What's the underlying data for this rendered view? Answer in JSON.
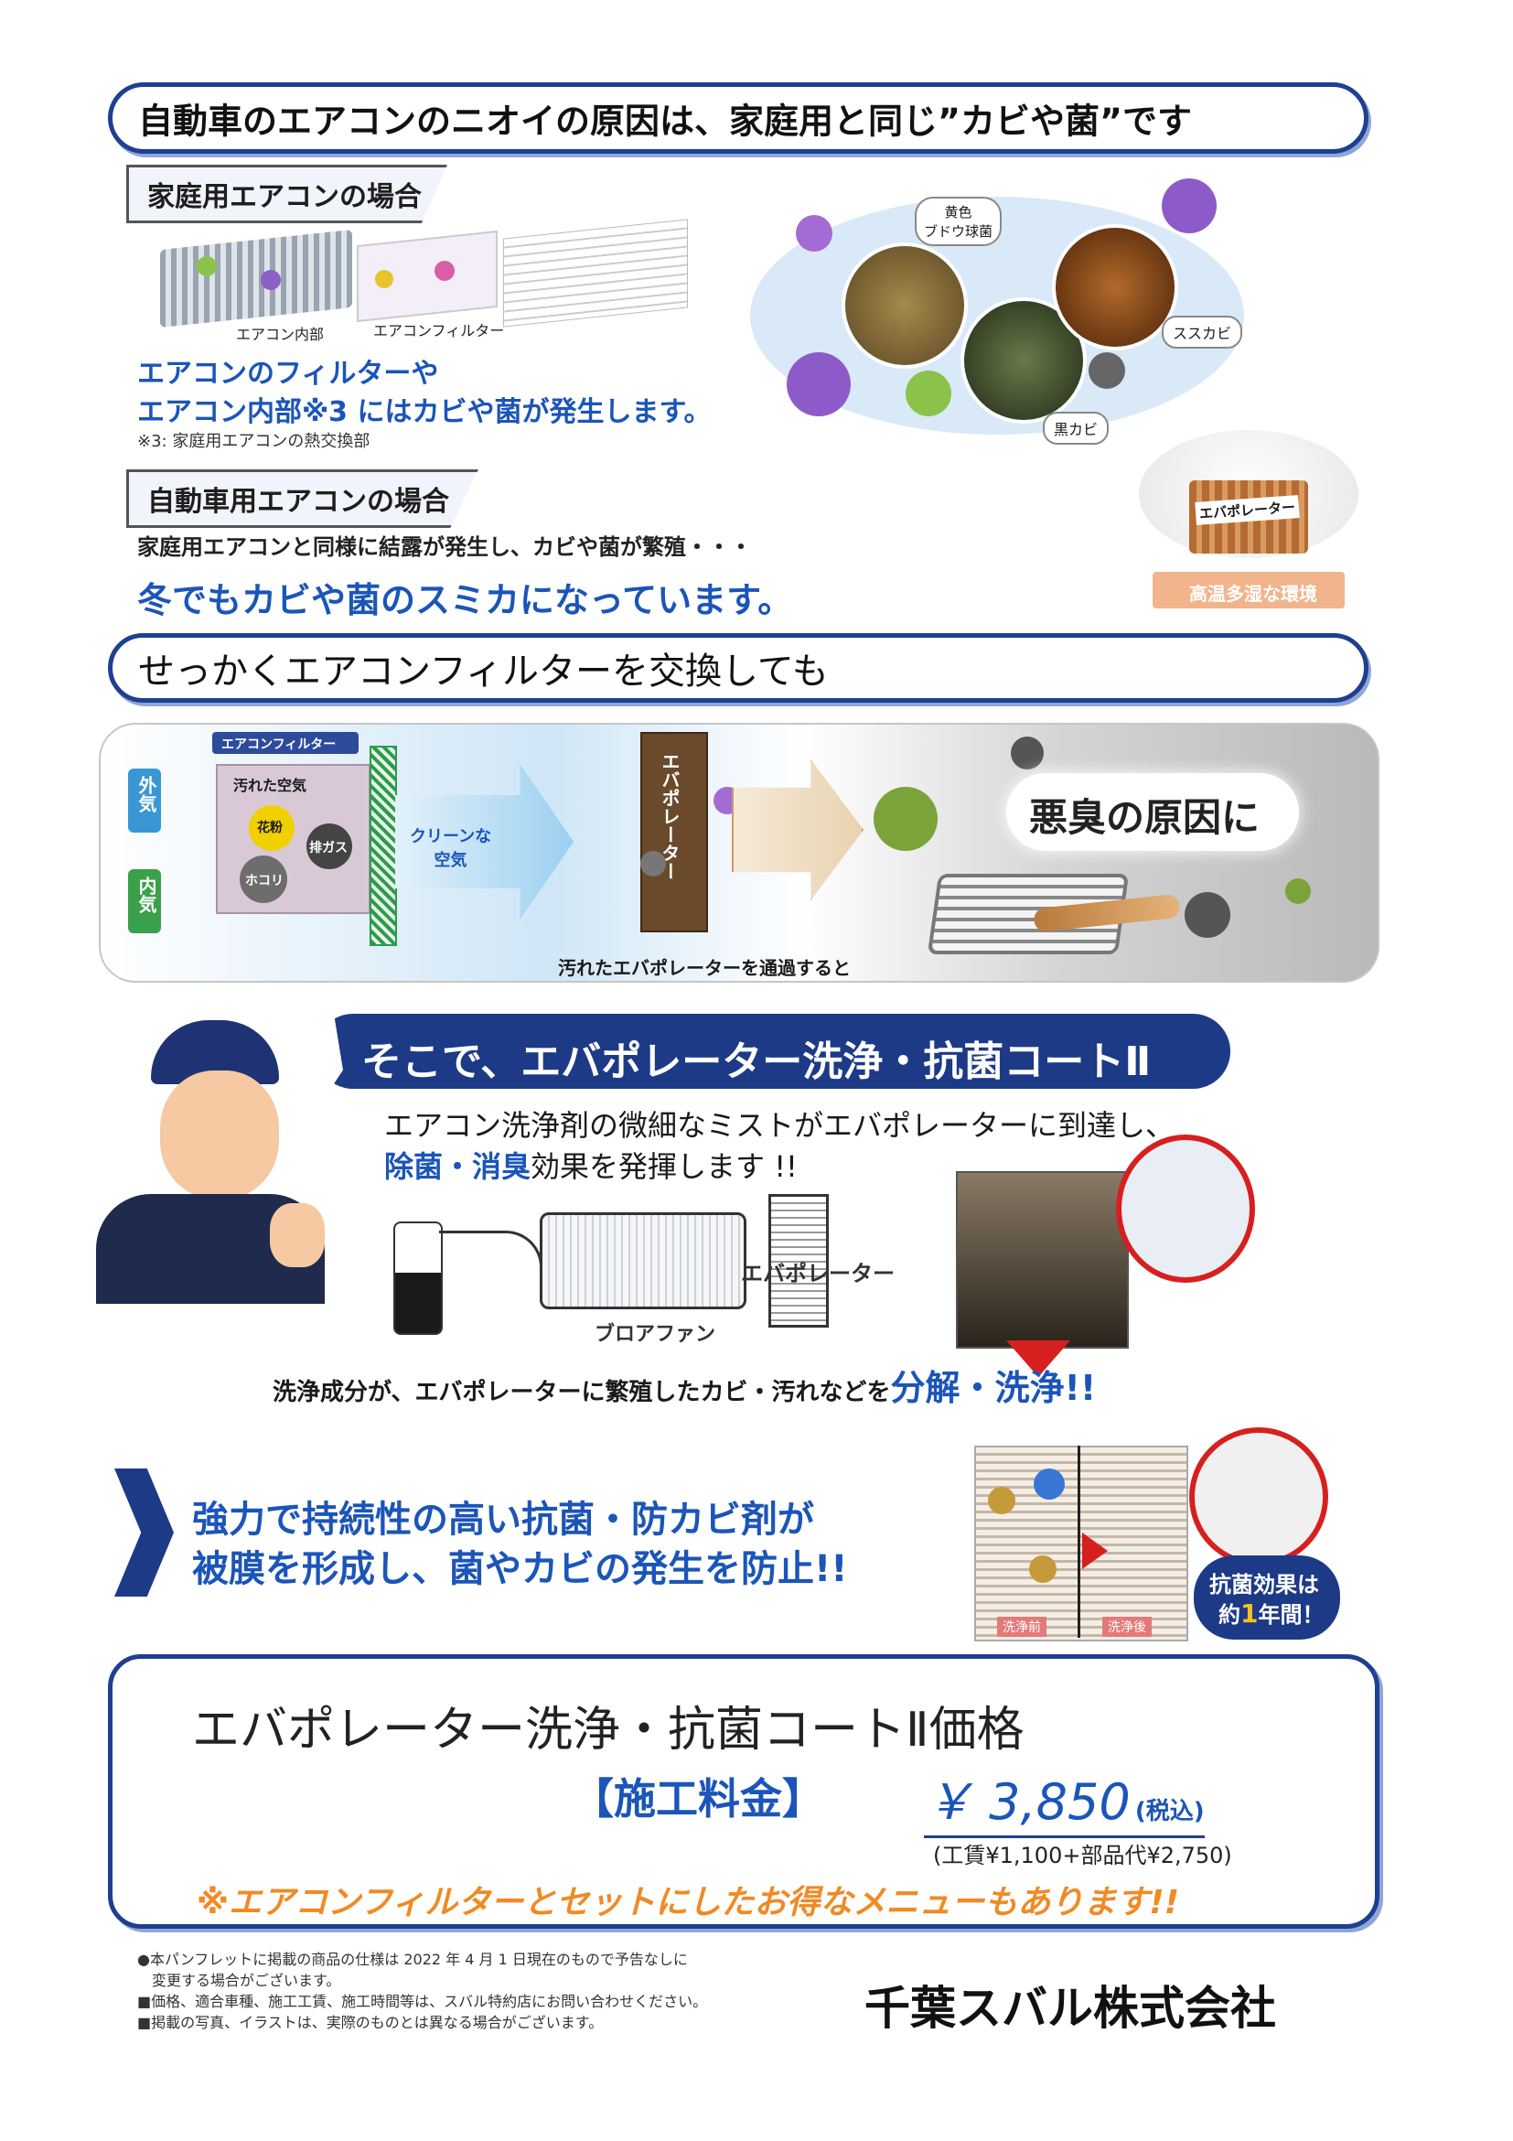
{
  "section1": {
    "headline": "自動車のエアコンのニオイの原因は、家庭用と同じ”カビや菌”です",
    "home_tab": "家庭用エアコンの場合",
    "label_inside": "エアコン内部",
    "label_filter": "エアコンフィルター",
    "home_text_1": "エアコンのフィルターや",
    "home_text_2": "エアコン内部※3 にはカビや菌が発生します。",
    "footnote": "※3: 家庭用エアコンの熱交換部",
    "germ_labels": [
      "黄色\nブドウ球菌",
      "ススカビ",
      "黒カビ"
    ],
    "car_tab": "自動車用エアコンの場合",
    "car_text": "家庭用エアコンと同様に結露が発生し、カビや菌が繁殖・・・",
    "car_highlight": "冬でもカビや菌のスミカになっています。",
    "evap_label": "エバポレーター",
    "env_label": "高温多湿な環境"
  },
  "section2": {
    "headline": "せっかくエアコンフィルターを交換しても",
    "outside_air": "外気",
    "inside_air": "内気",
    "filter_label": "エアコンフィルター",
    "dirty_air": "汚れた空気",
    "pollen": "花粉",
    "exhaust": "排ガス",
    "dust": "ホコリ",
    "clean_air": "クリーンな\n空気",
    "evaporator": "エバポレーター",
    "cause": "悪臭の原因に",
    "caption": "汚れたエバポレーターを通過すると"
  },
  "section3": {
    "banner": "そこで、エバポレーター洗浄・抗菌コートⅡ",
    "desc_1": "エアコン洗浄剤の微細なミストがエバポレーターに到達し、",
    "desc_2_highlight": "除菌・消臭",
    "desc_2_rest": "効果を発揮します !!",
    "label_evap": "エバポレーター",
    "label_fan": "ブロアファン",
    "wash_text": "洗浄成分が、エバポレーターに繁殖したカビ・汚れなどを",
    "wash_highlight": "分解・洗浄!!",
    "coat_1": "強力で持続性の高い抗菌・防カビ剤が",
    "coat_2": "被膜を形成し、菌やカビの発生を防止!!",
    "before": "洗浄前",
    "after": "洗浄後",
    "effect_1": "抗菌効果は",
    "effect_2a": "約",
    "effect_2b": "1",
    "effect_2c": "年間！"
  },
  "price": {
    "title": "エバポレーター洗浄・抗菌コートⅡ価格",
    "fee_label": "【施工料金】",
    "price": "￥ 3,850",
    "tax": "(税込)",
    "breakdown": "(工賃¥1,100+部品代¥2,750)",
    "note": "※エアコンフィルターとセットにしたお得なメニューもあります!!"
  },
  "footer": {
    "notes": [
      "●本パンフレットに掲載の商品の仕様は 2022 年 4 月 1 日現在のもので予告なしに",
      "　変更する場合がございます。",
      "■価格、適合車種、施工工賃、施工時間等は、スバル特約店にお問い合わせください。",
      "■掲載の写真、イラストは、実際のものとは異なる場合がございます。"
    ],
    "company": "千葉スバル株式会社"
  },
  "colors": {
    "navy": "#1f3f8f",
    "blue_text": "#1b55b8",
    "orange": "#f08a24",
    "red": "#d62020"
  }
}
